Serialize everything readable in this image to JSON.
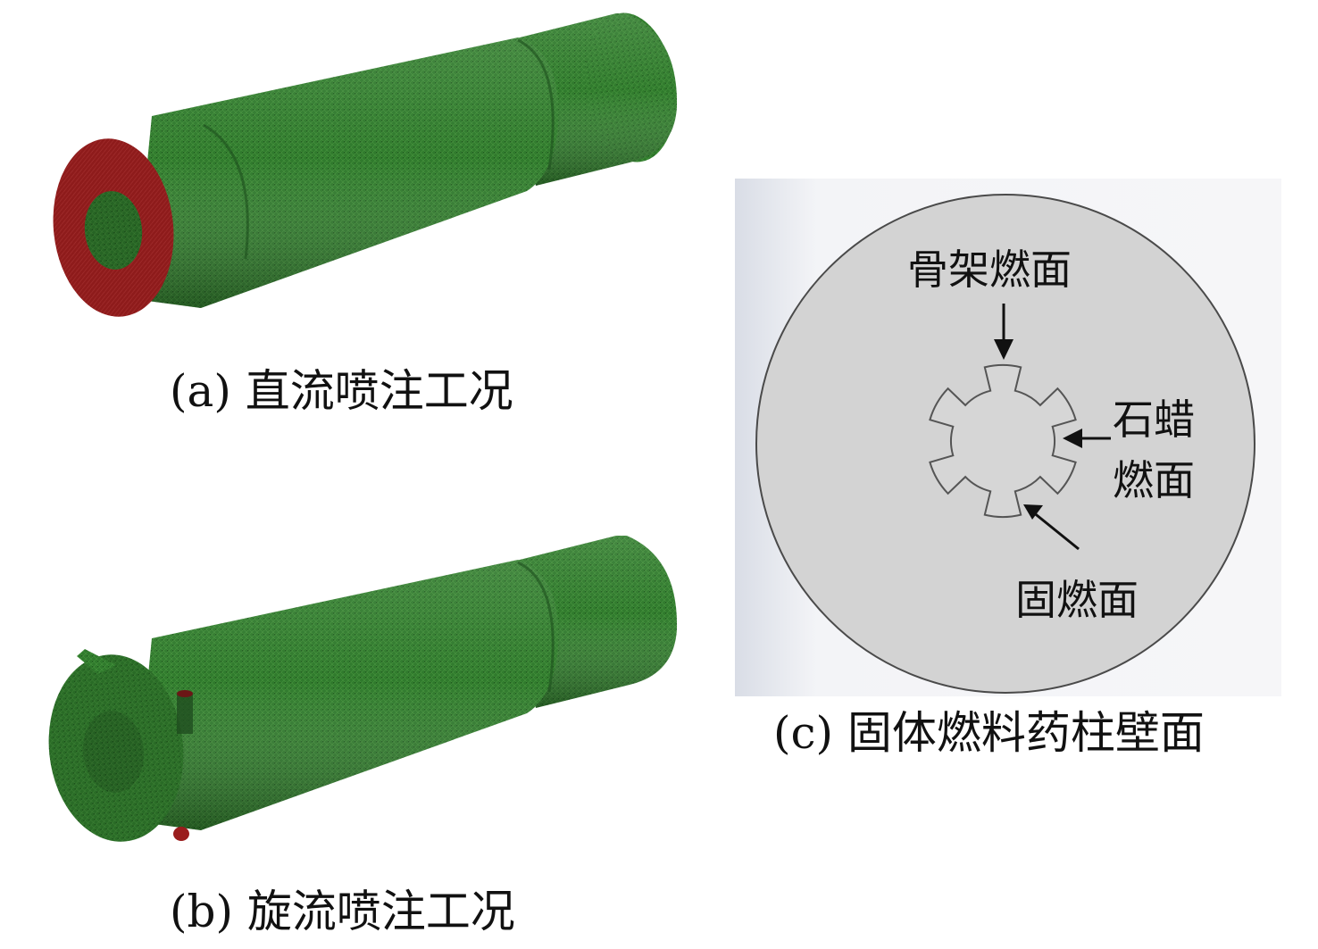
{
  "figure": {
    "panel_a": {
      "caption": "(a) 直流喷注工况"
    },
    "panel_b": {
      "caption": "(b) 旋流喷注工况"
    },
    "panel_c": {
      "caption": "(c) 固体燃料药柱壁面",
      "labels": {
        "skeleton_surface": "骨架燃面",
        "paraffin_line1": "石蜡",
        "paraffin_line2": "燃面",
        "solid_surface": "固燃面"
      }
    }
  },
  "colors": {
    "mesh_green": "#2e7d32",
    "mesh_green_dark": "#1b5e20",
    "inlet_red": "#8b1a1a",
    "section_gray": "#d4d4d4",
    "arrow": "#111111"
  }
}
